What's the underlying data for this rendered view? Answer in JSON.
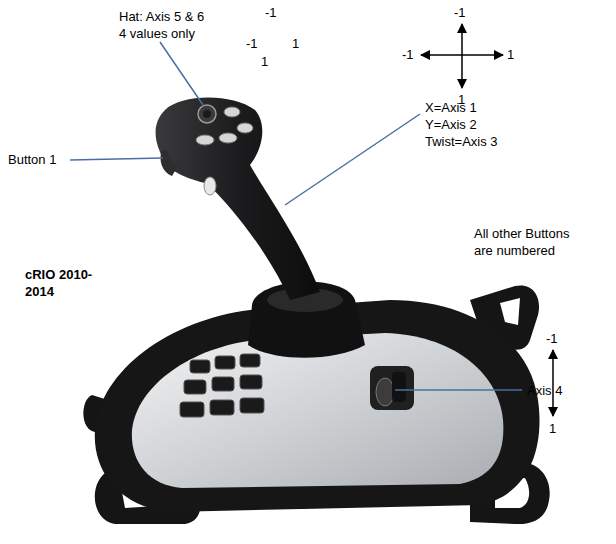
{
  "diagram": {
    "labels": [
      "Hat: Axis 5 & 6 4 values only",
      "-1",
      "-1",
      "1",
      "1",
      "-1",
      "-1",
      "1",
      "1",
      "X=Axis 1",
      "Y=Axis 2",
      "Twist=Axis 3",
      "Button 1",
      "All other Buttons are numbered",
      "cRIO 2010-2014",
      "-1",
      "Axis 4",
      "1"
    ]
  }
}
